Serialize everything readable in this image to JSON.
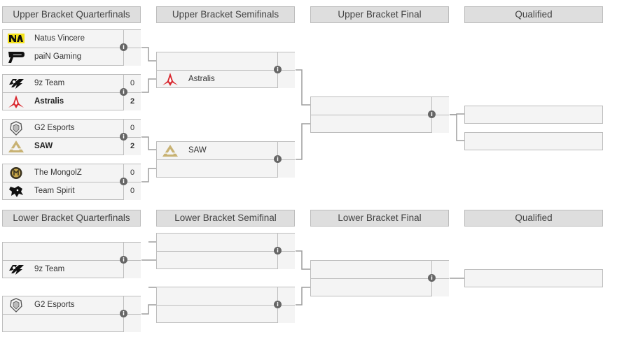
{
  "upper": {
    "headers": {
      "quarterfinals": "Upper Bracket Quarterfinals",
      "semifinals": "Upper Bracket Semifinals",
      "final": "Upper Bracket Final",
      "qualified": "Qualified"
    },
    "quarterfinals": [
      {
        "top": {
          "name": "Natus Vincere",
          "score": ""
        },
        "bottom": {
          "name": "paiN Gaming",
          "score": ""
        }
      },
      {
        "top": {
          "name": "9z Team",
          "score": "0"
        },
        "bottom": {
          "name": "Astralis",
          "score": "2"
        }
      },
      {
        "top": {
          "name": "G2 Esports",
          "score": "0"
        },
        "bottom": {
          "name": "SAW",
          "score": "2"
        }
      },
      {
        "top": {
          "name": "The MongolZ",
          "score": "0"
        },
        "bottom": {
          "name": "Team Spirit",
          "score": "0"
        }
      }
    ],
    "semifinals": [
      {
        "top": {
          "name": "",
          "score": ""
        },
        "bottom": {
          "name": "Astralis",
          "score": ""
        }
      },
      {
        "top": {
          "name": "SAW",
          "score": ""
        },
        "bottom": {
          "name": "",
          "score": ""
        }
      }
    ]
  },
  "lower": {
    "headers": {
      "quarterfinals": "Lower Bracket Quarterfinals",
      "semifinal": "Lower Bracket Semifinal",
      "final": "Lower Bracket Final",
      "qualified": "Qualified"
    },
    "quarterfinals": [
      {
        "top": {
          "name": "",
          "score": ""
        },
        "bottom": {
          "name": "9z Team",
          "score": ""
        }
      },
      {
        "top": {
          "name": "G2 Esports",
          "score": ""
        },
        "bottom": {
          "name": "",
          "score": ""
        }
      }
    ]
  },
  "icons": {
    "info": "info-icon",
    "navi": "navi-logo-icon",
    "pain": "pain-logo-icon",
    "9z": "9z-logo-icon",
    "astralis": "astralis-logo-icon",
    "g2": "g2-logo-icon",
    "saw": "saw-logo-icon",
    "mongolz": "mongolz-logo-icon",
    "spirit": "spirit-logo-icon"
  },
  "colors": {
    "header_bg": "#dedede",
    "match_bg": "#f4f4f4",
    "border": "#bdbdbd",
    "connector": "#9e9e9e",
    "astralis_red": "#d9272e",
    "saw_gold": "#c8b273"
  }
}
